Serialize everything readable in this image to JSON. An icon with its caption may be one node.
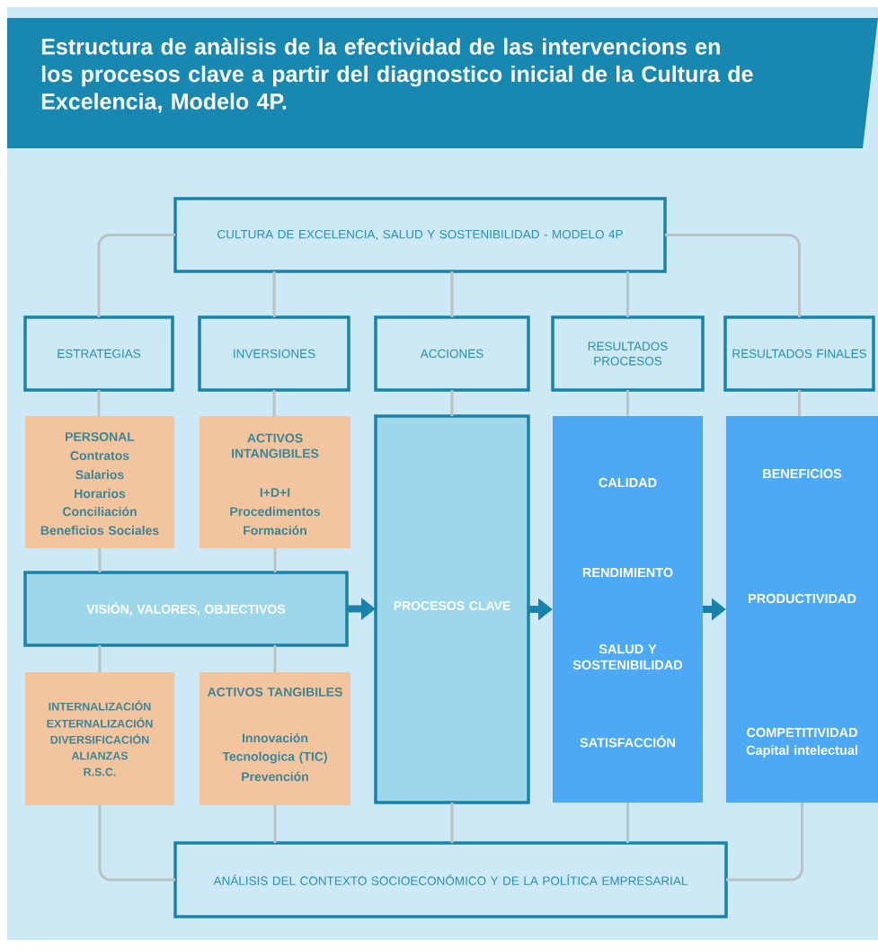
{
  "diagram": {
    "title": "Estructura de anàlisis de la efectividad de las intervencions en los procesos clave a partir del diagnostico inicial de la Cultura de Excelencia, Modelo 4P.",
    "nodes": [
      {
        "text": [
          "CULTURA DE EXCELENCIA, SALUD Y SOSTENIBILIDAD - MODELO 4P"
        ]
      },
      {
        "text": [
          "ESTRATEGIAS"
        ]
      },
      {
        "text": [
          "INVERSIONES"
        ]
      },
      {
        "text": [
          "ACCIONES"
        ]
      },
      {
        "text": [
          "RESULTADOS PROCESOS"
        ]
      },
      {
        "text": [
          "RESULTADOS FINALES"
        ]
      },
      {
        "text": [
          "PERSONAL",
          "Contratos",
          "Salarios",
          "Horarios",
          "Conciliación",
          "Beneficios Sociales"
        ]
      },
      {
        "text": [
          "ACTIVOS INTANGIBILES",
          "I+D+I",
          "Procedimentos",
          "Formación"
        ]
      },
      {
        "text": [
          "VISIÓN, VALORES, OBJECTIVOS"
        ]
      },
      {
        "text": [
          "PROCESOS CLAVE"
        ]
      },
      {
        "text": [
          "CALIDAD",
          "RENDIMIENTO",
          "SALUD Y SOSTENIBILIDAD",
          "SATISFACCIÓN"
        ]
      },
      {
        "text": [
          "BENEFICIOS",
          "PRODUCTIVIDAD",
          "COMPETITIVIDAD",
          "Capital intelectual"
        ]
      },
      {
        "text": [
          "INTERNALIZACIÓN",
          "EXTERNALIZACIÓN",
          "DIVERSIFICACIÓN",
          "ALIANZAS",
          "R.S.C."
        ]
      },
      {
        "text": [
          "ACTIVOS TANGIBILES",
          "Innovación",
          "Tecnologica (TIC)",
          "Prevención"
        ]
      },
      {
        "text": [
          "ANÁLISIS DEL CONTEXTO SOCIOECONÓMICO Y DE LA POLÍTICA EMPRESARIAL"
        ]
      }
    ],
    "edges": [
      {
        "from": 0,
        "to": 1,
        "arrow": "none"
      },
      {
        "from": 0,
        "to": 2,
        "arrow": "none"
      },
      {
        "from": 0,
        "to": 3,
        "arrow": "none"
      },
      {
        "from": 0,
        "to": 4,
        "arrow": "none"
      },
      {
        "from": 0,
        "to": 5,
        "arrow": "none"
      },
      {
        "from": 1,
        "to": 6,
        "arrow": "none"
      },
      {
        "from": 2,
        "to": 7,
        "arrow": "none"
      },
      {
        "from": 3,
        "to": 9,
        "arrow": "none"
      },
      {
        "from": 4,
        "to": 10,
        "arrow": "none"
      },
      {
        "from": 5,
        "to": 11,
        "arrow": "none"
      },
      {
        "from": 6,
        "to": 8,
        "arrow": "none"
      },
      {
        "from": 7,
        "to": 8,
        "arrow": "none"
      },
      {
        "from": 8,
        "to": 12,
        "arrow": "none"
      },
      {
        "from": 8,
        "to": 13,
        "arrow": "none"
      },
      {
        "from": 12,
        "to": 14,
        "arrow": "none"
      },
      {
        "from": 13,
        "to": 14,
        "arrow": "none"
      },
      {
        "from": 9,
        "to": 14,
        "arrow": "none"
      },
      {
        "from": 10,
        "to": 14,
        "arrow": "none"
      },
      {
        "from": 11,
        "to": 14,
        "arrow": "none"
      },
      {
        "from": 8,
        "to": 9,
        "arrow": "to",
        "style": "thick",
        "color": "#1a82a8"
      },
      {
        "from": 9,
        "to": 10,
        "arrow": "to",
        "style": "thick",
        "color": "#1a82a8"
      },
      {
        "from": 10,
        "to": 11,
        "arrow": "to",
        "style": "thick",
        "color": "#1a82a8"
      }
    ]
  }
}
